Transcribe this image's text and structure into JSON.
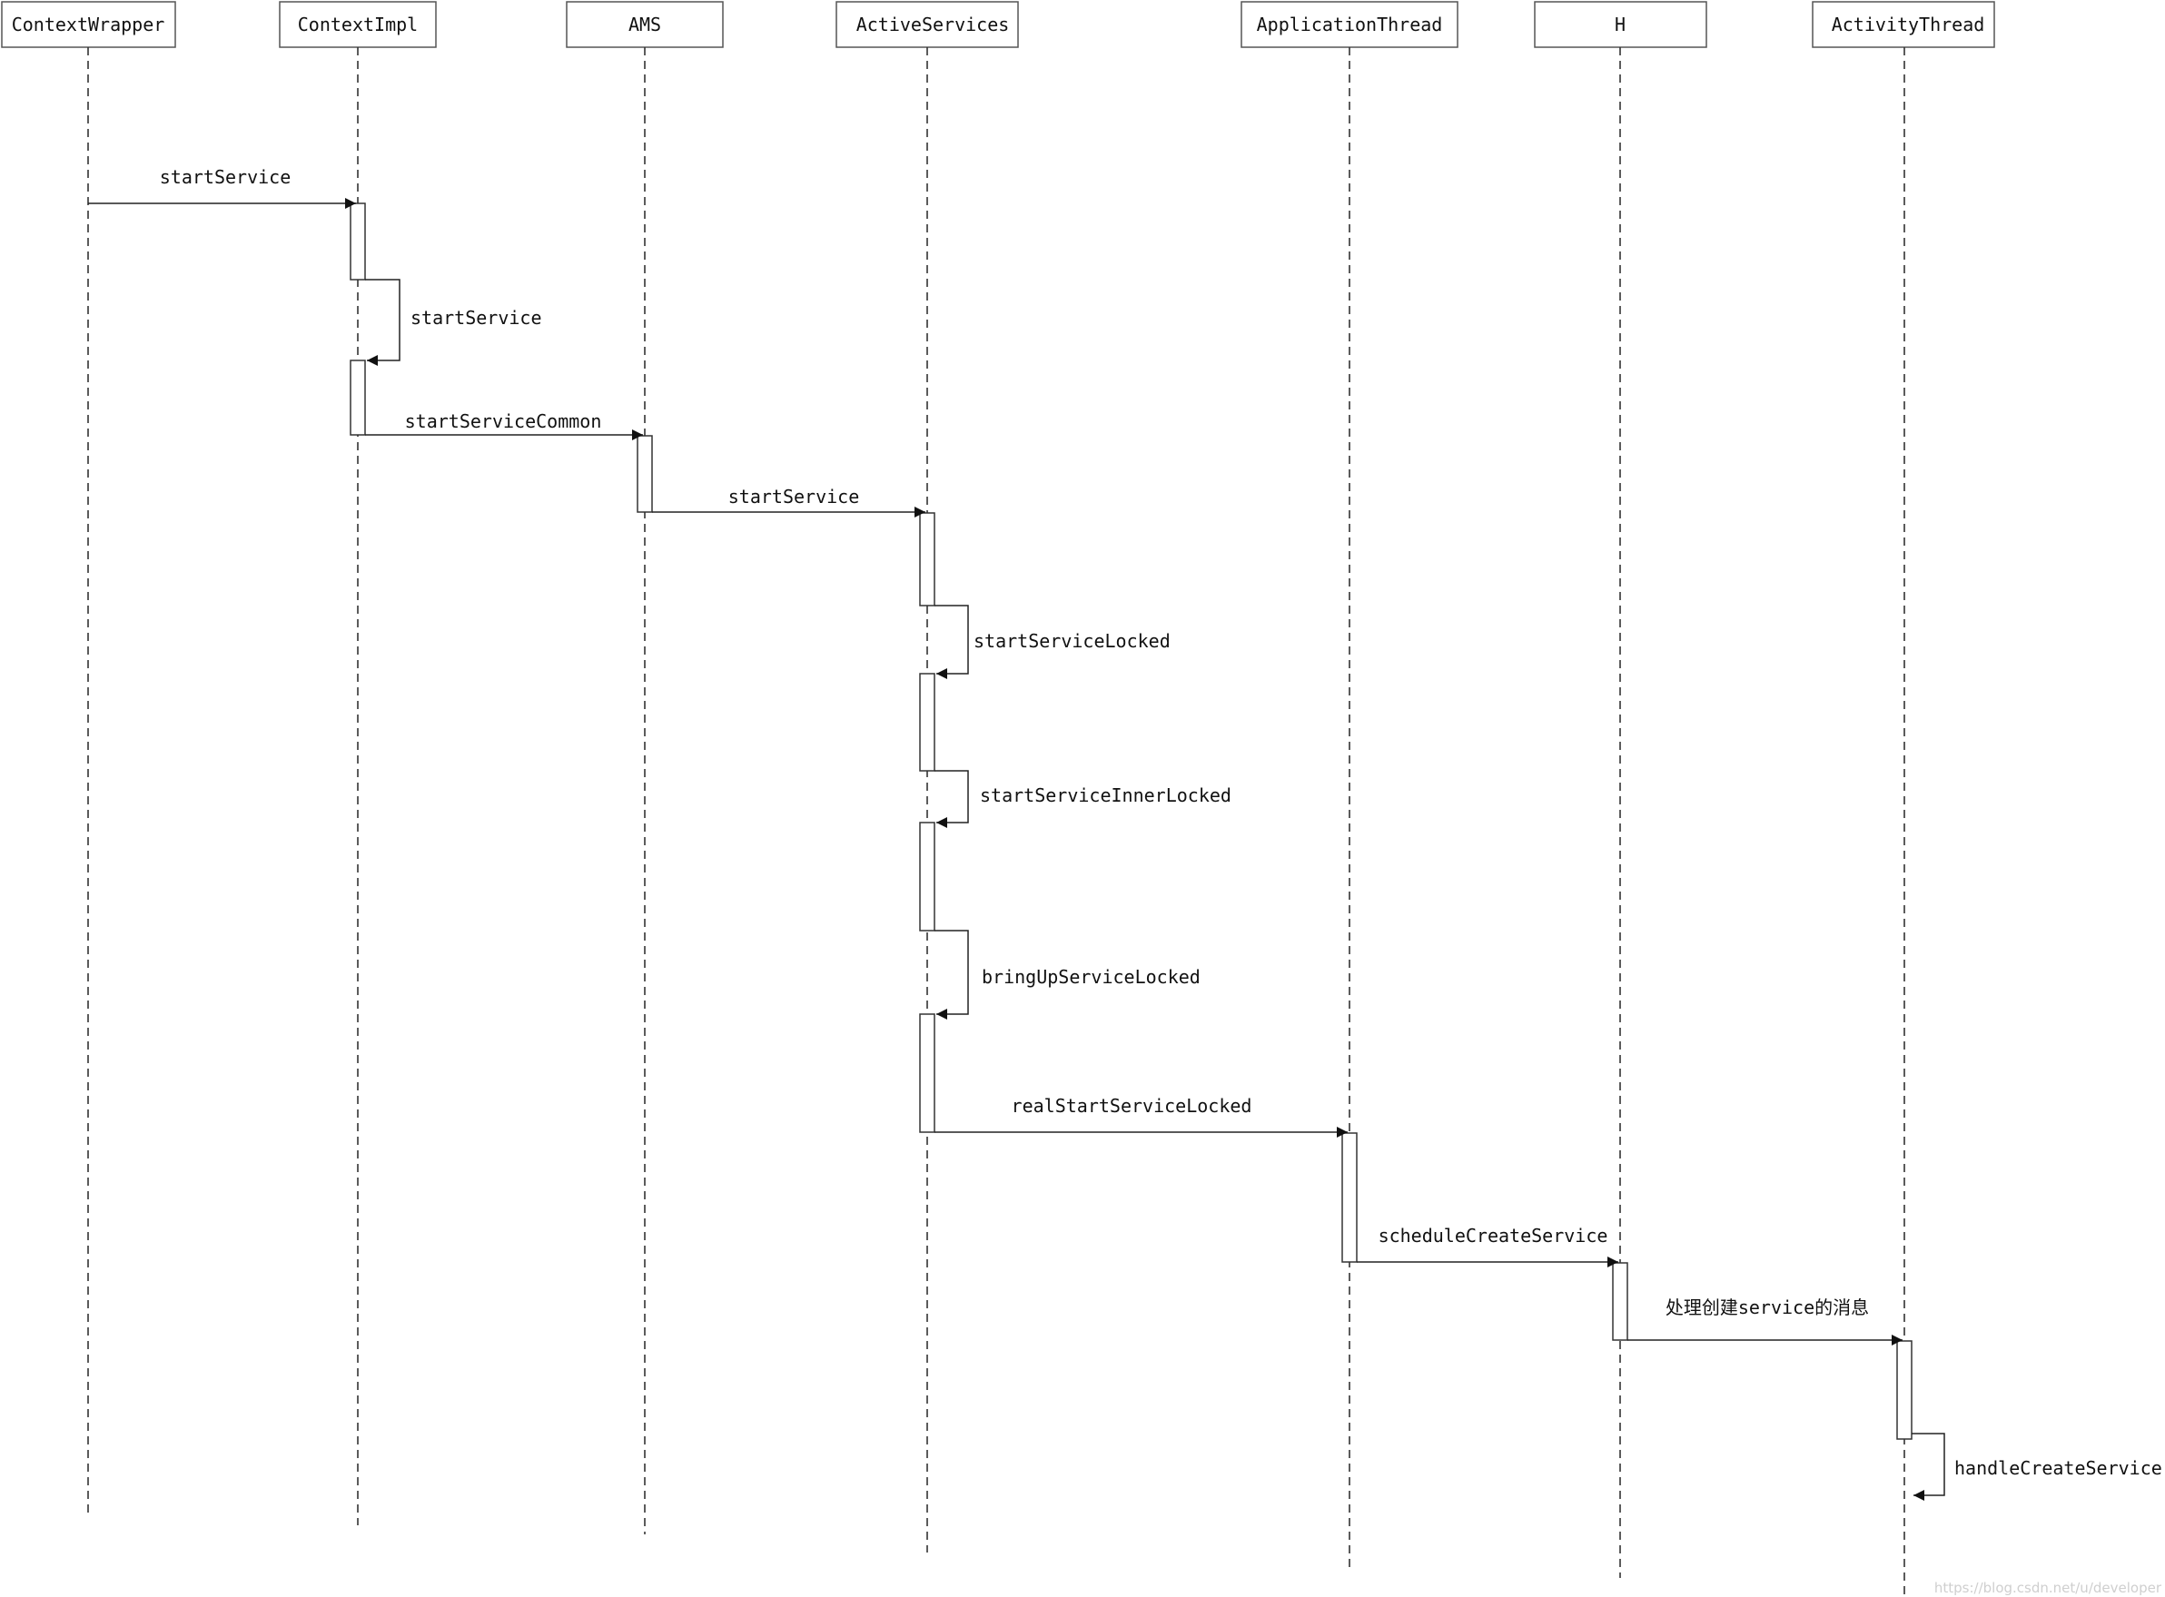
{
  "participants": [
    {
      "id": "ContextWrapper",
      "label": "ContextWrapper"
    },
    {
      "id": "ContextImpl",
      "label": "ContextImpl"
    },
    {
      "id": "AMS",
      "label": "AMS"
    },
    {
      "id": "ActiveServices",
      "label": "ActiveServices"
    },
    {
      "id": "ApplicationThread",
      "label": "ApplicationThread"
    },
    {
      "id": "H",
      "label": "H"
    },
    {
      "id": "ActivityThread",
      "label": "ActivityThread"
    }
  ],
  "messages": [
    {
      "from": "ContextWrapper",
      "to": "ContextImpl",
      "label": "startService"
    },
    {
      "from": "ContextImpl",
      "to": "ContextImpl",
      "label": "startService"
    },
    {
      "from": "ContextImpl",
      "to": "AMS",
      "label": "startServiceCommon"
    },
    {
      "from": "AMS",
      "to": "ActiveServices",
      "label": "startService"
    },
    {
      "from": "ActiveServices",
      "to": "ActiveServices",
      "label": "startServiceLocked"
    },
    {
      "from": "ActiveServices",
      "to": "ActiveServices",
      "label": "startServiceInnerLocked"
    },
    {
      "from": "ActiveServices",
      "to": "ActiveServices",
      "label": "bringUpServiceLocked"
    },
    {
      "from": "ActiveServices",
      "to": "ApplicationThread",
      "label": "realStartServiceLocked"
    },
    {
      "from": "ApplicationThread",
      "to": "H",
      "label": "scheduleCreateService"
    },
    {
      "from": "H",
      "to": "ActivityThread",
      "label": "处理创建service的消息"
    },
    {
      "from": "ActivityThread",
      "to": "ActivityThread",
      "label": "handleCreateService"
    }
  ],
  "watermark": "https://blog.csdn.net/u/developer"
}
